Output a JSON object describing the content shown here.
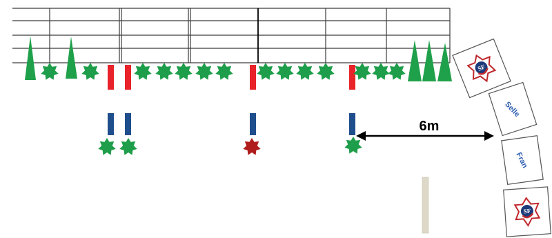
{
  "diagram": {
    "distance_label": "6m",
    "boards": [
      {
        "kind": "logo",
        "text": "SF"
      },
      {
        "kind": "text",
        "text": "Selle"
      },
      {
        "kind": "text",
        "text": "Fran"
      },
      {
        "kind": "logo",
        "text": "SF"
      }
    ],
    "colors": {
      "fence_line": "#3a3a3a",
      "tree_green": "#1fa04a",
      "shrub_green": "#1e9e4a",
      "shrub_red": "#b01c1c",
      "pole_red": "#e8232a",
      "pole_blue": "#1f4e8c",
      "post_beige": "#ddd8c8",
      "board_text": "#2f5fb0"
    }
  }
}
